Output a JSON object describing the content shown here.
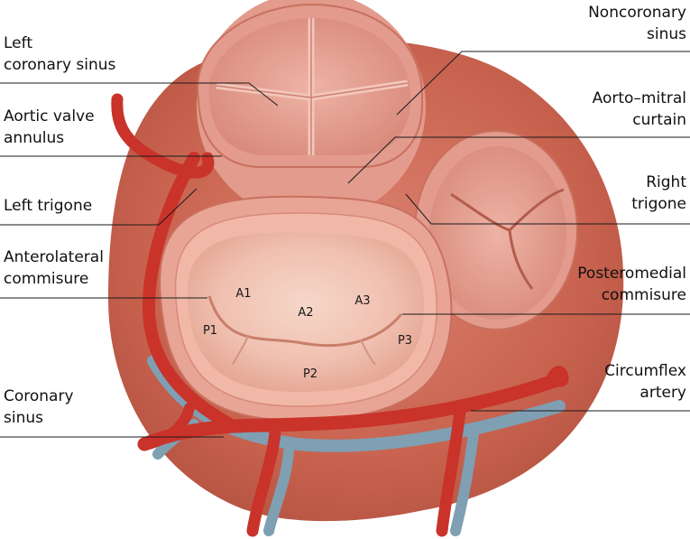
{
  "labels": {
    "left_coronary_sinus": [
      "Left",
      "coronary sinus"
    ],
    "aortic_valve_annulus": [
      "Aortic valve",
      "annulus"
    ],
    "left_trigone": [
      "Left trigone"
    ],
    "anterolateral_commisure": [
      "Anterolateral",
      "commisure"
    ],
    "coronary_sinus": [
      "Coronary",
      "sinus"
    ],
    "noncoronary_sinus": [
      "Noncoronary",
      "sinus"
    ],
    "aorto_mitral_curtain": [
      "Aorto–mitral",
      "curtain"
    ],
    "right_trigone": [
      "Right",
      "trigone"
    ],
    "posteromedial_commisure": [
      "Posteromedial",
      "commisure"
    ],
    "circumflex_artery": [
      "Circumflex",
      "artery"
    ]
  },
  "scallops": {
    "a1": "A1",
    "a2": "A2",
    "a3": "A3",
    "p1": "P1",
    "p2": "P2",
    "p3": "P3"
  },
  "colors": {
    "heart_base": "#c8634f",
    "aortic_valve": "#e9a79a",
    "mitral_ring": "#e8a596",
    "mitral_inner": "#f0c0b0",
    "artery": "#c9332a",
    "vein": "#7f9fb3",
    "leader": "#1a1a1a"
  }
}
